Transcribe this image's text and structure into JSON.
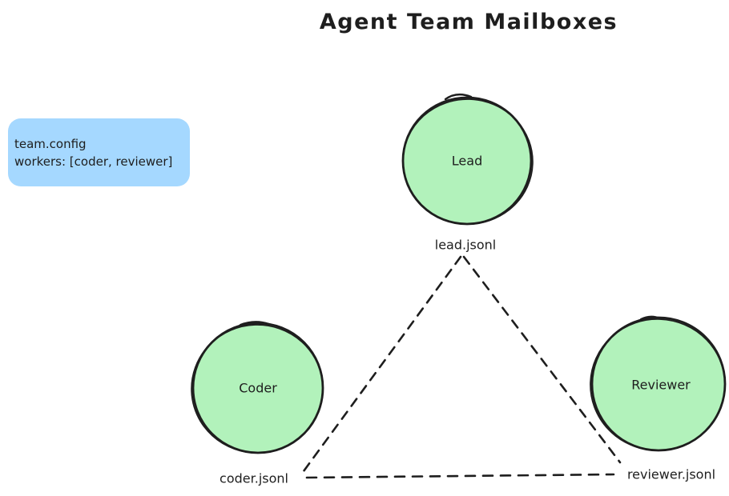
{
  "title": "Agent Team Mailboxes",
  "config_box": {
    "lines": [
      "team.config",
      "workers: [coder, reviewer]"
    ],
    "fill": "#a5d8ff"
  },
  "nodes": {
    "lead": {
      "label": "Lead",
      "file": "lead.jsonl"
    },
    "coder": {
      "label": "Coder",
      "file": "coder.jsonl"
    },
    "reviewer": {
      "label": "Reviewer",
      "file": "reviewer.jsonl"
    }
  },
  "edges": [
    {
      "from": "lead.jsonl",
      "to": "coder.jsonl",
      "style": "dashed"
    },
    {
      "from": "lead.jsonl",
      "to": "reviewer.jsonl",
      "style": "dashed"
    },
    {
      "from": "coder.jsonl",
      "to": "reviewer.jsonl",
      "style": "dashed"
    }
  ],
  "colors": {
    "node_fill": "#b2f2bb",
    "node_stroke": "#1e1e1e",
    "config_fill": "#a5d8ff",
    "edge": "#1e1e1e",
    "text": "#1e1e1e",
    "background": "#ffffff"
  }
}
